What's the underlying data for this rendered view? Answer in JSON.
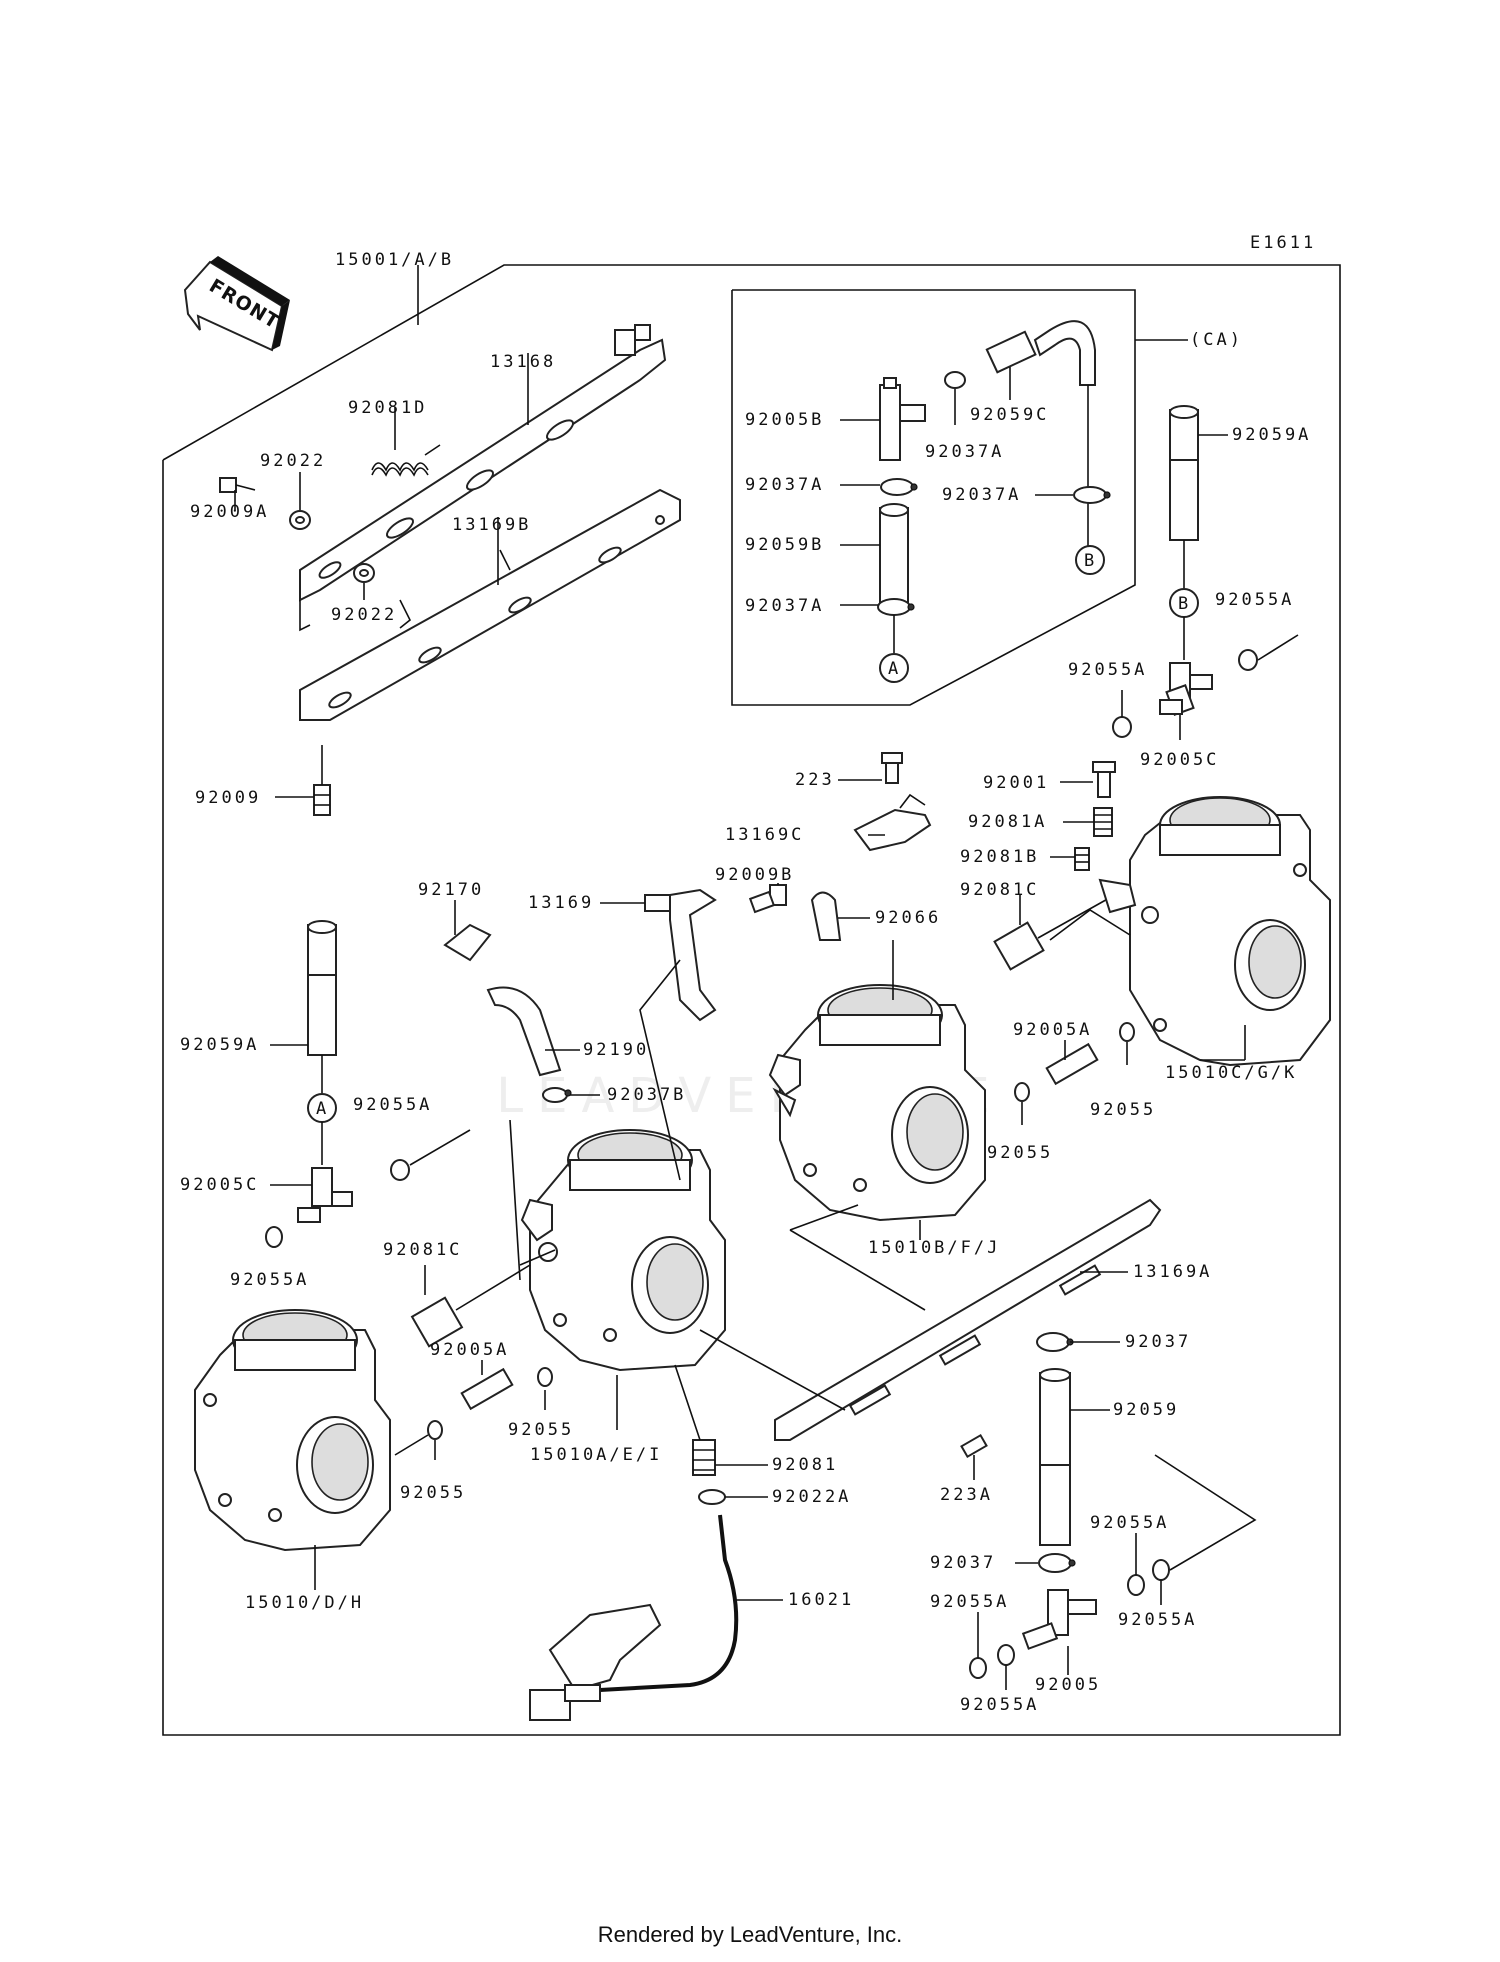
{
  "diagram_code": "E1611",
  "front_label": "FRONT",
  "footer": "Rendered by LeadVenture, Inc.",
  "watermark": "LEADVENTURE",
  "callouts": {
    "c1": "A",
    "c2": "B",
    "c3": "B",
    "c4": "A"
  },
  "labels": {
    "l01": "15001/A/B",
    "l02": "13168",
    "l03": "92081D",
    "l04": "92022",
    "l05": "92009A",
    "l06": "13169B",
    "l07": "92022",
    "l08": "92009",
    "l09": "(CA)",
    "l10": "92005B",
    "l11": "92037A",
    "l12": "92059C",
    "l13": "92037A",
    "l14": "92037A",
    "l15": "92059B",
    "l16": "92037A",
    "l17": "92059A",
    "l18": "92055A",
    "l19": "92055A",
    "l20": "92005C",
    "l21": "223",
    "l22": "92001",
    "l23": "13169C",
    "l24": "92081A",
    "l25": "92081B",
    "l26": "92009B",
    "l27": "92081C",
    "l28": "13169",
    "l29": "92170",
    "l30": "92066",
    "l31": "92190",
    "l32": "92059A",
    "l33": "92005A",
    "l34": "92037B",
    "l35": "92055A",
    "l36": "15010C/G/K",
    "l37": "92055",
    "l38": "92055",
    "l39": "92005C",
    "l40": "92055A",
    "l41": "15010B/F/J",
    "l42": "92081C",
    "l43": "13169A",
    "l44": "92037",
    "l45": "92005A",
    "l46": "92059",
    "l47": "92055",
    "l48": "15010A/E/I",
    "l49": "92055",
    "l50": "92081",
    "l51": "223A",
    "l52": "92022A",
    "l53": "92055A",
    "l54": "92037",
    "l55": "16021",
    "l56": "92055A",
    "l57": "92055A",
    "l58": "15010/D/H",
    "l59": "92005",
    "l60": "92055A"
  }
}
